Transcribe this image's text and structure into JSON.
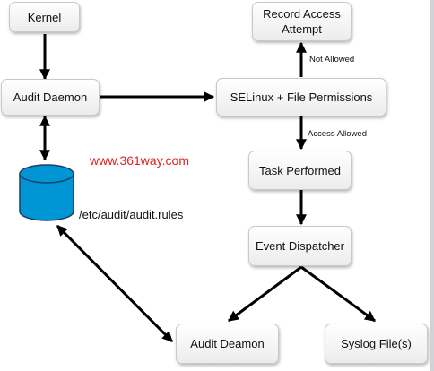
{
  "diagram": {
    "nodes": {
      "kernel": "Kernel",
      "audit_daemon": "Audit Daemon",
      "record_access_attempt": "Record Access Attempt",
      "selinux_file_permissions": "SELinux + File Permissions",
      "task_performed": "Task Performed",
      "event_dispatcher": "Event Dispatcher",
      "audit_deamon": "Audit Deamon",
      "syslog_files": "Syslog File(s)"
    },
    "edge_labels": {
      "not_allowed": "Not Allowed",
      "access_allowed": "Access Allowed"
    },
    "rules_file": "/etc/audit/audit.rules",
    "watermark": "www.361way.com",
    "database_color": "#0096d6"
  }
}
